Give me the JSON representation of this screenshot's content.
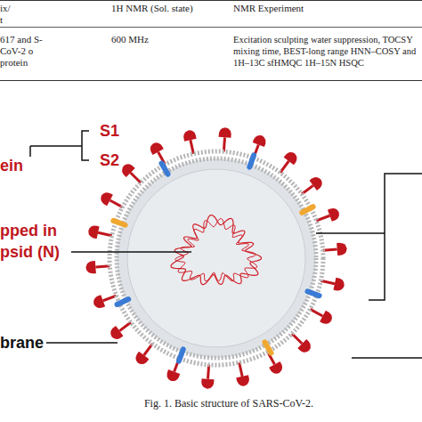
{
  "diagram": {
    "caption": "Fig. 1. Basic structure of SARS-CoV-2.",
    "labels": [
      "ix/ t",
      "1H NMR (Sol. state)",
      "NMR Experiment",
      "617 and S-CoV-2 o protein",
      "600 MHz",
      "Excitation sculpting water suppression, TOCSY mixing time, BEST-long range HNN–COSY and 1H–13C sfHMQC 1H–15N HSQC",
      "S1",
      "S2",
      "ein",
      "pped in psid (N)",
      "brane"
    ]
  }
}
